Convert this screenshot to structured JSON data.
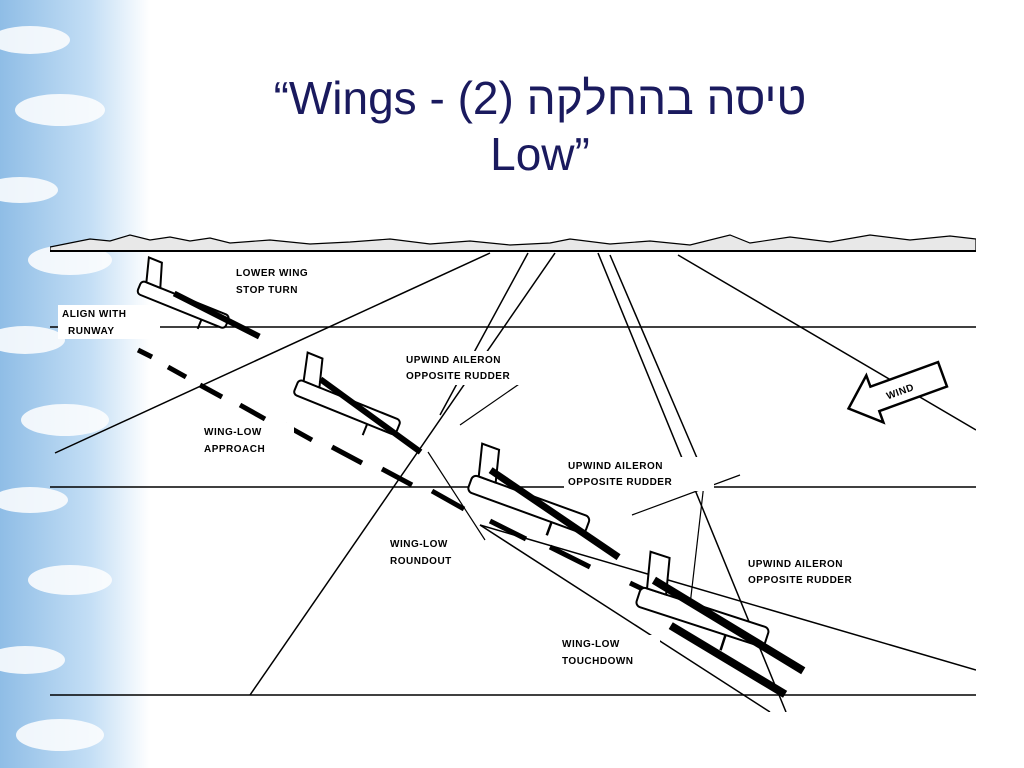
{
  "slide": {
    "title_line1": "“Wings  - (2) טיסה בהחלקה",
    "title_line2": "Low”"
  },
  "diagram": {
    "labels": {
      "lower_wing_1": "LOWER WING",
      "lower_wing_2": "STOP TURN",
      "align_1": "ALIGN WITH",
      "align_2": "RUNWAY",
      "upwind1_1": "UPWIND AILERON",
      "upwind1_2": "OPPOSITE RUDDER",
      "approach_1": "WING-LOW",
      "approach_2": "APPROACH",
      "upwind2_1": "UPWIND AILERON",
      "upwind2_2": "OPPOSITE RUDDER",
      "roundout_1": "WING-LOW",
      "roundout_2": "ROUNDOUT",
      "upwind3_1": "UPWIND AILERON",
      "upwind3_2": "OPPOSITE RUDDER",
      "touchdown_1": "WING-LOW",
      "touchdown_2": "TOUCHDOWN",
      "wind": "WIND"
    }
  },
  "colors": {
    "title": "#1a1a5e",
    "sky": "#a9cdee",
    "ink": "#000000"
  }
}
